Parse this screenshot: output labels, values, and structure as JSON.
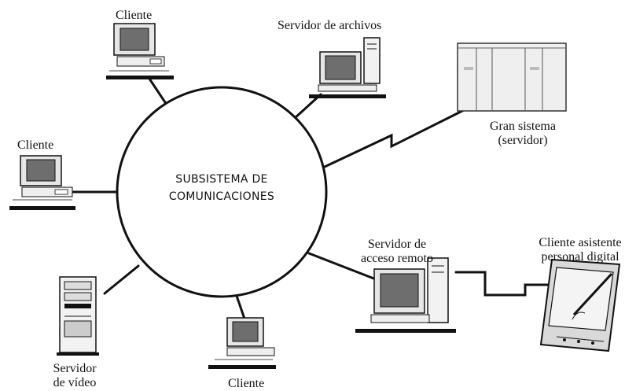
{
  "hub": {
    "line1": "SUBSISTEMA DE",
    "line2": "COMUNICACIONES"
  },
  "nodes": {
    "client_top": {
      "label": "Cliente",
      "icon": "desktop-computer-icon"
    },
    "client_left": {
      "label": "Cliente",
      "icon": "desktop-computer-icon"
    },
    "client_bottom": {
      "label": "Cliente",
      "icon": "desktop-computer-icon"
    },
    "file_server": {
      "label": "Servidor de archivos",
      "icon": "desktop-server-icon"
    },
    "mainframe": {
      "label_line1": "Gran sistema",
      "label_line2": "(servidor)",
      "icon": "mainframe-icon"
    },
    "remote_access_server": {
      "label_line1": "Servidor de",
      "label_line2": "acceso remoto",
      "icon": "desktop-server-icon"
    },
    "pda_client": {
      "label_line1": "Cliente asistente",
      "label_line2": "personal digital",
      "icon": "pda-icon"
    },
    "video_server": {
      "label_line1": "Servidor",
      "label_line2": "de vídeo",
      "icon": "tower-server-icon"
    }
  }
}
